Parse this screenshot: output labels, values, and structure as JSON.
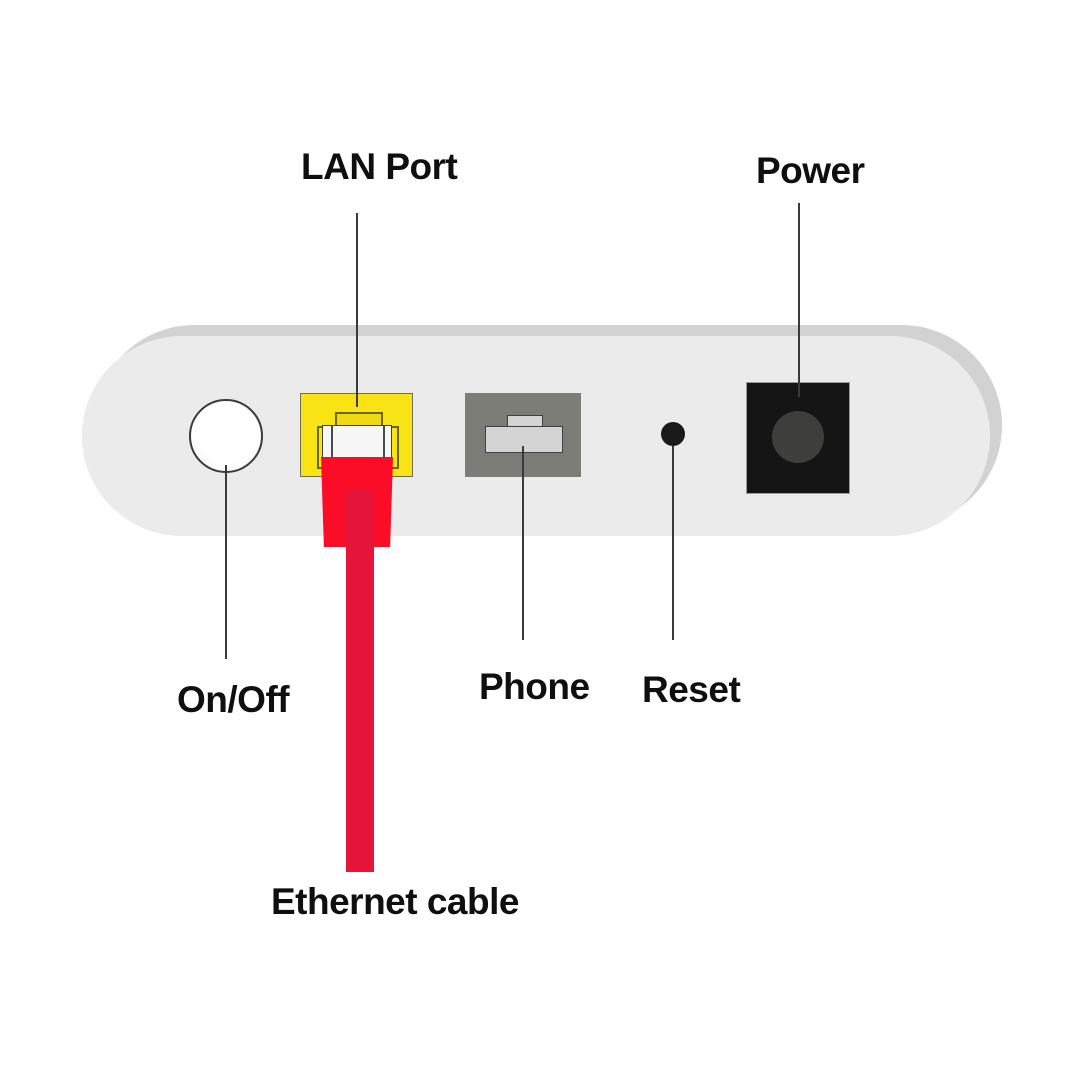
{
  "diagram": {
    "subject": "modem-rear-panel",
    "labels": {
      "lan_port": "LAN Port",
      "power": "Power",
      "on_off": "On/Off",
      "phone": "Phone",
      "reset": "Reset",
      "ethernet_cable": "Ethernet cable"
    }
  },
  "colors": {
    "device_body": "#ebebeb",
    "device_rim": "#d2d2d2",
    "lan_port_yellow": "#f8e414",
    "lan_tab_yellow": "#eed912",
    "ethernet_plug_red": "#fb0d28",
    "ethernet_cable_red": "#e51539",
    "phone_port_gray": "#7d7d77",
    "phone_jack_gray": "#d4d4d4",
    "power_black": "#151515",
    "power_pin_gray": "#3e3e3c",
    "reset_black": "#1a1a1a",
    "label_text": "#0f0f0f"
  }
}
